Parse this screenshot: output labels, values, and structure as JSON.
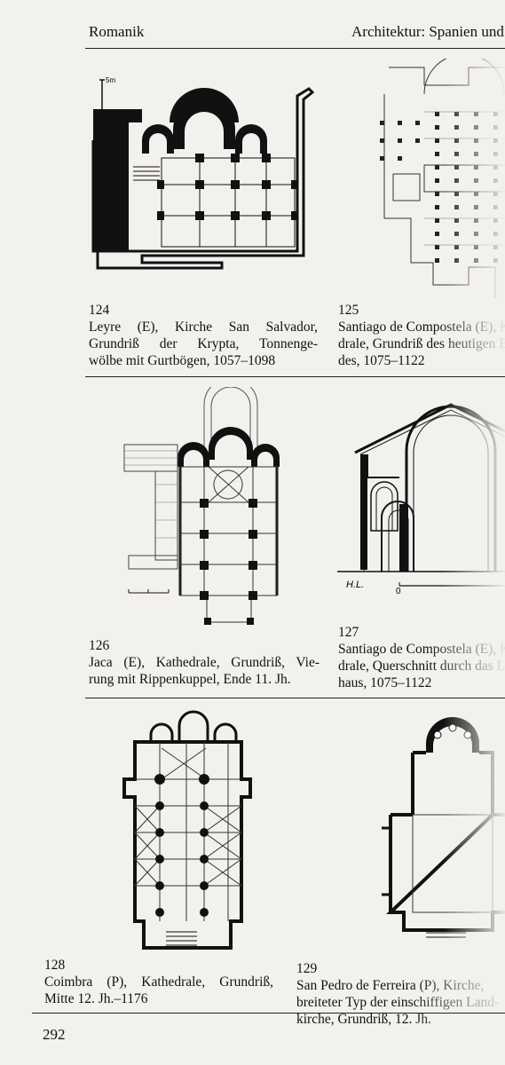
{
  "header": {
    "left": "Romanik",
    "right": "Architektur: Spanien und"
  },
  "figures": [
    {
      "number": "124",
      "lines": [
        "Leyre (E), Kirche San Salvador,",
        "Grundriß der Krypta, Tonnenge-",
        "wölbe mit Gurtbögen, 1057–1098"
      ],
      "scale_label": "5m"
    },
    {
      "number": "125",
      "lines": [
        "Santiago de Compostela (E), Kathe-",
        "drale, Grundriß des heutigen Baus-",
        "des, 1075–1122"
      ]
    },
    {
      "number": "126",
      "lines": [
        "Jaca (E), Kathedrale, Grundriß, Vie-",
        "rung mit Rippenkuppel, Ende 11. Jh."
      ]
    },
    {
      "number": "127",
      "lines": [
        "Santiago de Compostela (E), Kathe-",
        "drale, Querschnitt durch das Lang-",
        "haus, 1075–1122"
      ],
      "signature": "H.L.",
      "scale_label": "0"
    },
    {
      "number": "128",
      "lines": [
        "Coimbra (P), Kathedrale, Grundriß,",
        "Mitte 12. Jh.–1176"
      ]
    },
    {
      "number": "129",
      "lines": [
        "San Pedro de Ferreira (P), Kirche,",
        "breiteter Typ der einschiffigen Land-",
        "kirche, Grundriß, 12. Jh."
      ]
    }
  ],
  "page_number": "292"
}
